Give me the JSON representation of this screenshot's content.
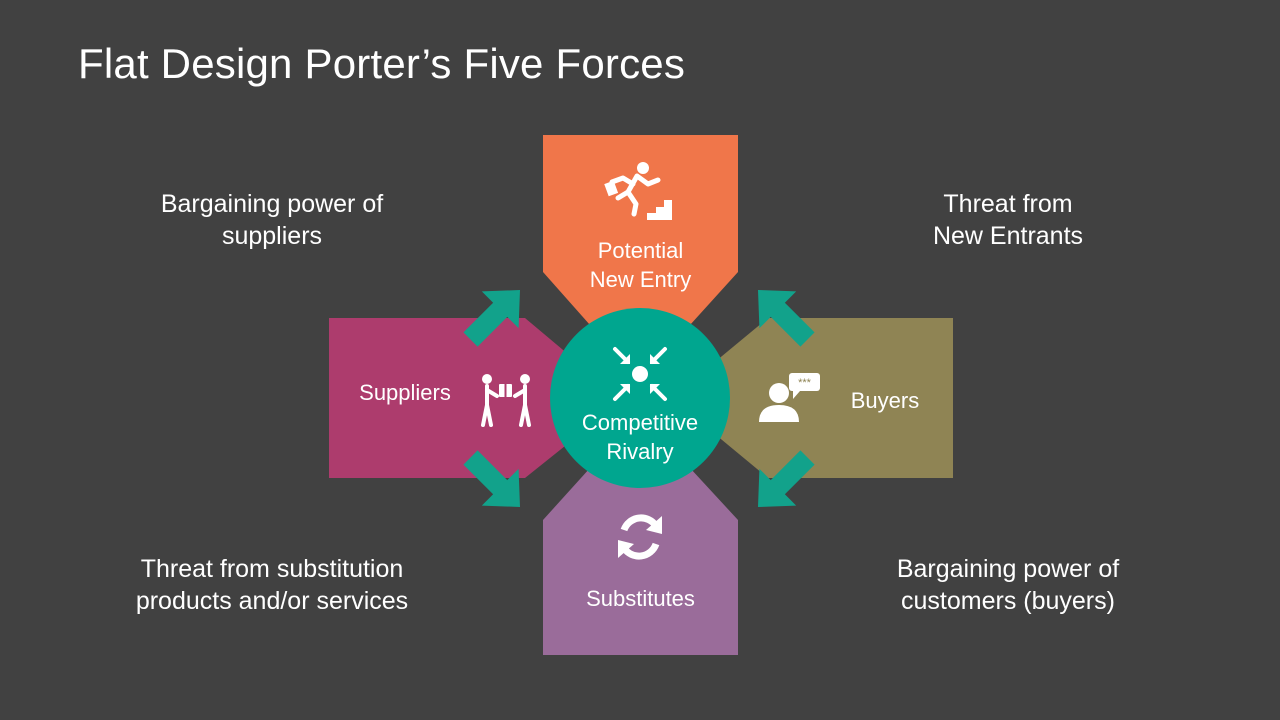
{
  "title": "Flat Design Porter’s Five Forces",
  "colors": {
    "background": "#414141",
    "potential_new_entry": "#F0764A",
    "suppliers": "#AD3C6D",
    "buyers": "#8F8454",
    "substitutes": "#9A6C9A",
    "competitive_rivalry": "#00A68F",
    "arrows": "#12A28B"
  },
  "center": {
    "icon": "converging-arrows-icon",
    "label_line1": "Competitive",
    "label_line2": "Rivalry"
  },
  "forces": {
    "potential_new_entry": {
      "icon": "running-up-stairs-icon",
      "label_line1": "Potential",
      "label_line2": "New Entry"
    },
    "suppliers": {
      "icon": "handshake-gift-icon",
      "label": "Suppliers"
    },
    "buyers": {
      "icon": "customer-speech-icon",
      "label": "Buyers"
    },
    "substitutes": {
      "icon": "refresh-cycle-icon",
      "label": "Substitutes"
    }
  },
  "captions": {
    "top_left": {
      "line1": "Bargaining power of",
      "line2": "suppliers"
    },
    "top_right": {
      "line1": "Threat from",
      "line2": "New Entrants"
    },
    "bottom_left": {
      "line1": "Threat from substitution",
      "line2": "products and/or services"
    },
    "bottom_right": {
      "line1": "Bargaining power of",
      "line2": "customers (buyers)"
    }
  }
}
